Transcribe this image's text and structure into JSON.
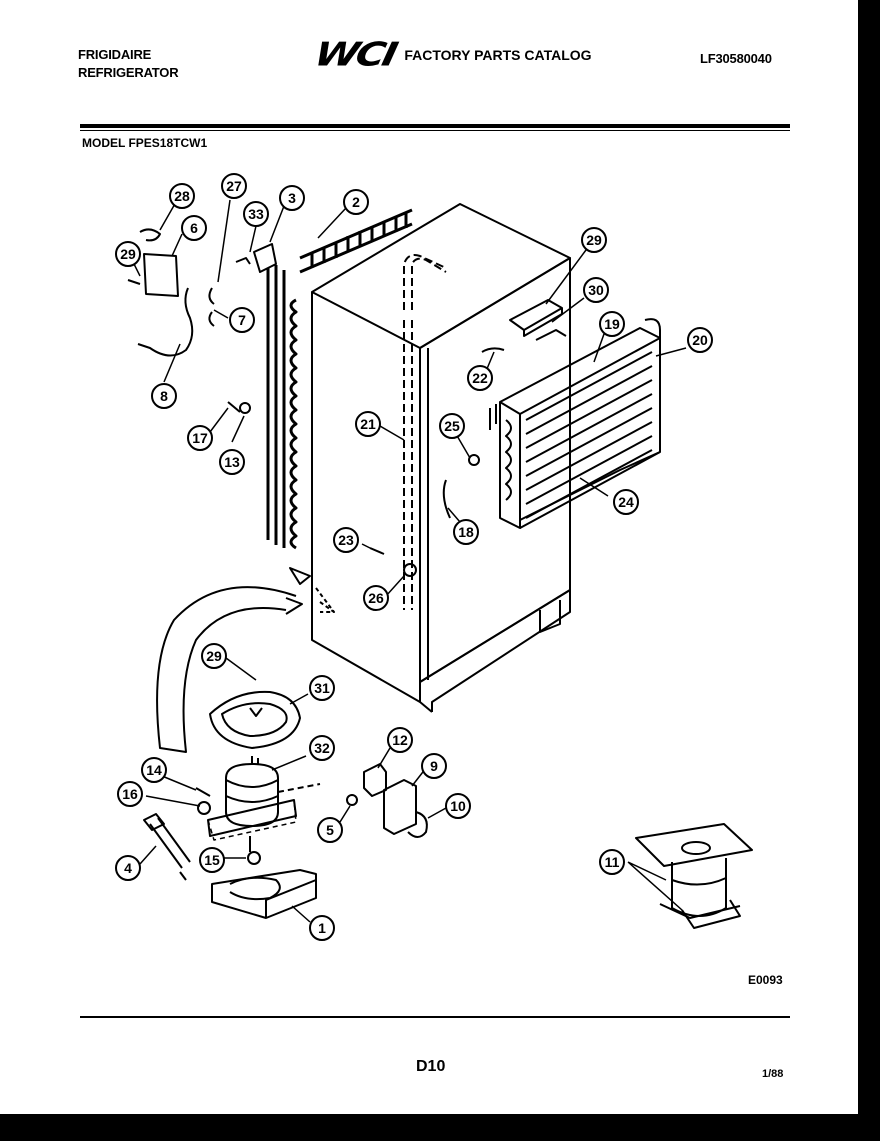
{
  "header": {
    "brand": "FRIGIDAIRE",
    "product": "REFRIGERATOR",
    "logo": "WCI",
    "catalog_title": "FACTORY PARTS CATALOG",
    "catalog_number": "LF30580040"
  },
  "model_line": "MODEL FPES18TCW1",
  "callouts": [
    "28",
    "27",
    "3",
    "33",
    "2",
    "6",
    "29",
    "7",
    "8",
    "29",
    "30",
    "19",
    "20",
    "22",
    "25",
    "21",
    "18",
    "24",
    "23",
    "26",
    "29",
    "31",
    "32",
    "12",
    "14",
    "16",
    "9",
    "10",
    "5",
    "4",
    "15",
    "1",
    "11",
    "17",
    "13"
  ],
  "footer": {
    "figure_code": "E0093",
    "page_id": "D10",
    "date_code": "1/88"
  }
}
